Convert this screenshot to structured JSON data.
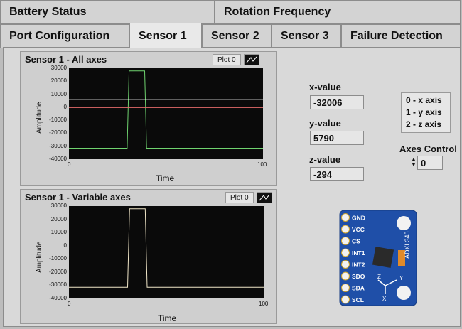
{
  "tabs_row1": [
    {
      "label": "Battery Status"
    },
    {
      "label": "Rotation Frequency"
    }
  ],
  "tabs_row2": [
    {
      "label": "Port Configuration"
    },
    {
      "label": "Sensor 1",
      "active": true
    },
    {
      "label": "Sensor 2"
    },
    {
      "label": "Sensor 3"
    },
    {
      "label": "Failure Detection"
    }
  ],
  "readouts": {
    "x_label": "x-value",
    "x_value": "-32006",
    "y_label": "y-value",
    "y_value": "5790",
    "z_label": "z-value",
    "z_value": "-294"
  },
  "axes_legend": [
    "0 - x axis",
    "1 - y axis",
    "2 - z axis"
  ],
  "axes_control": {
    "label": "Axes Control",
    "value": "0"
  },
  "sensor_board": {
    "pins": [
      "GND",
      "VCC",
      "CS",
      "INT1",
      "INT2",
      "SDO",
      "SDA",
      "SCL"
    ],
    "chip": "ADXL345",
    "axis_labels": [
      "Z",
      "Y",
      "X"
    ]
  },
  "colors": {
    "plot_bg": "#0a0a0a",
    "x_series": "#6fd36f",
    "y_series": "#f0f0f0",
    "z_series": "#e36a6a",
    "board": "#1f4fa8"
  },
  "chart_data": [
    {
      "type": "line",
      "title": "Sensor 1 - All axes",
      "legend_label": "Plot 0",
      "xlabel": "Time",
      "ylabel": "Amplitude",
      "xlim": [
        0,
        100
      ],
      "ylim": [
        -40000,
        30000
      ],
      "yticks": [
        "30000",
        "20000",
        "10000",
        "0",
        "-10000",
        "-20000",
        "-30000",
        "-40000"
      ],
      "xticks": [
        "0",
        "100"
      ],
      "series": [
        {
          "color": "#6fd36f",
          "points": [
            [
              0,
              -31500
            ],
            [
              30,
              -31500
            ],
            [
              31,
              28000
            ],
            [
              39,
              28000
            ],
            [
              40,
              -31500
            ],
            [
              100,
              -31500
            ]
          ]
        },
        {
          "color": "#f0f0f0",
          "points": [
            [
              0,
              6000
            ],
            [
              100,
              6000
            ]
          ]
        },
        {
          "color": "#e36a6a",
          "points": [
            [
              0,
              -300
            ],
            [
              100,
              -300
            ]
          ]
        }
      ]
    },
    {
      "type": "line",
      "title": "Sensor 1 - Variable axes",
      "legend_label": "Plot 0",
      "xlabel": "Time",
      "ylabel": "Amplitude",
      "xlim": [
        0,
        100
      ],
      "ylim": [
        -40000,
        30000
      ],
      "yticks": [
        "30000",
        "20000",
        "10000",
        "0",
        "-10000",
        "-20000",
        "-30000",
        "-40000"
      ],
      "xticks": [
        "0",
        "100"
      ],
      "series": [
        {
          "color": "#f0e6c8",
          "points": [
            [
              0,
              -31500
            ],
            [
              30,
              -31500
            ],
            [
              31,
              28000
            ],
            [
              39,
              28000
            ],
            [
              40,
              -31500
            ],
            [
              100,
              -31500
            ]
          ]
        }
      ]
    }
  ]
}
